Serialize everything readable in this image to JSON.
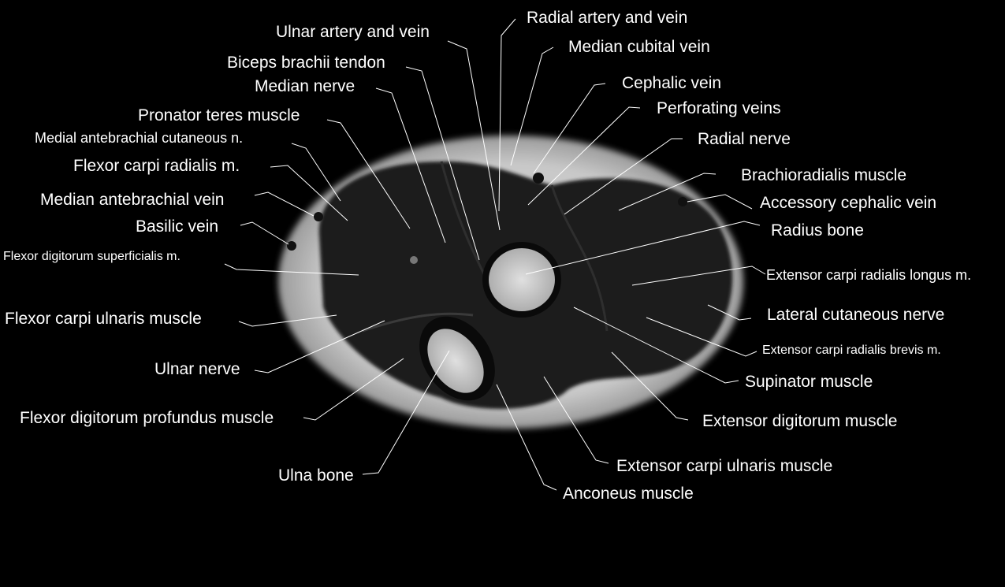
{
  "image": {
    "description": "Axial MRI of the proximal forearm with labeled anatomy",
    "background_color": "#000000",
    "label_color": "#ffffff"
  },
  "labels": {
    "ulnar_artery_vein": "Ulnar artery and vein",
    "biceps_tendon": "Biceps brachii tendon",
    "median_nerve": "Median nerve",
    "pronator_teres": "Pronator teres muscle",
    "medial_antebrachial_cutaneous": "Medial antebrachial cutaneous n.",
    "flexor_carpi_radialis": "Flexor carpi radialis m.",
    "median_antebrachial_vein": "Median antebrachial vein",
    "basilic_vein": "Basilic vein",
    "fds": "Flexor digitorum superficialis m.",
    "fcu": "Flexor carpi ulnaris muscle",
    "ulnar_nerve": "Ulnar nerve",
    "fdp": "Flexor digitorum profundus muscle",
    "ulna_bone": "Ulna bone",
    "radial_artery_vein": "Radial artery and vein",
    "median_cubital_vein": "Median cubital vein",
    "cephalic_vein": "Cephalic vein",
    "perforating_veins": "Perforating veins",
    "radial_nerve": "Radial nerve",
    "brachioradialis": "Brachioradialis muscle",
    "accessory_cephalic_vein": "Accessory cephalic vein",
    "radius_bone": "Radius bone",
    "ecrl": "Extensor carpi radialis longus m.",
    "lateral_cutaneous_nerve": "Lateral cutaneous nerve",
    "ecrb": "Extensor carpi radialis brevis m.",
    "supinator": "Supinator muscle",
    "extensor_digitorum": "Extensor digitorum muscle",
    "ecu": "Extensor carpi ulnaris muscle",
    "anconeus": "Anconeus muscle"
  }
}
